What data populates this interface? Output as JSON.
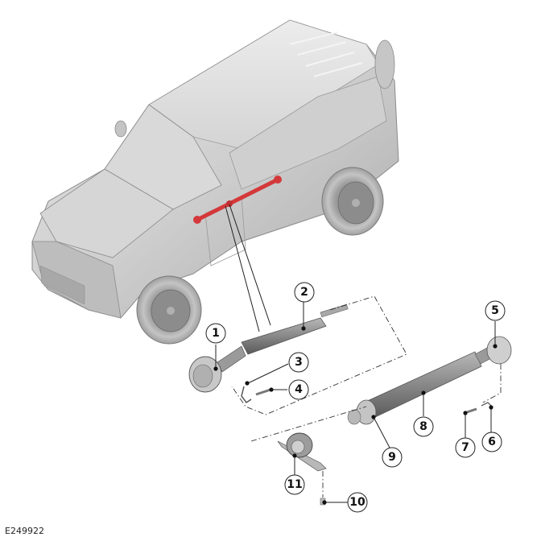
{
  "figure": {
    "id": "E249922",
    "type": "exploded parts diagram",
    "subject": "vehicle driveshaft (propeller shaft) assembly with location highlighted on vehicle"
  },
  "colors": {
    "highlight": "#d4383a",
    "vehicle_body": "#c8c8c8",
    "part_metal": "#8a8a8a",
    "line": "#222222"
  },
  "callouts": [
    {
      "number": "1",
      "label": "1"
    },
    {
      "number": "2",
      "label": "2"
    },
    {
      "number": "3",
      "label": "3"
    },
    {
      "number": "4",
      "label": "4"
    },
    {
      "number": "5",
      "label": "5"
    },
    {
      "number": "6",
      "label": "6"
    },
    {
      "number": "7",
      "label": "7"
    },
    {
      "number": "8",
      "label": "8"
    },
    {
      "number": "9",
      "label": "9"
    },
    {
      "number": "10",
      "label": "10"
    },
    {
      "number": "11",
      "label": "11"
    }
  ]
}
